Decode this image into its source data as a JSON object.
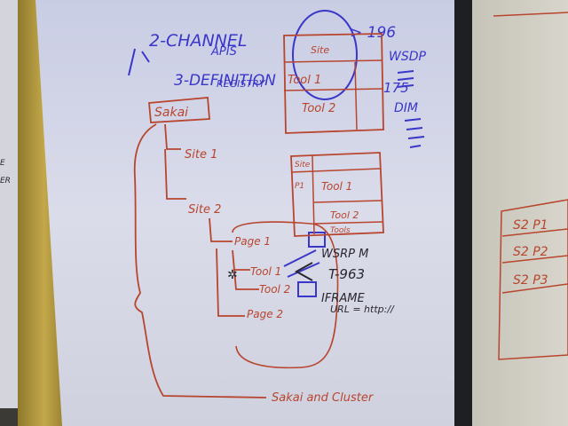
{
  "colors": {
    "paper": "#d9dcea",
    "red_marker": "#b8452e",
    "blue_marker": "#3a36c9",
    "black_marker": "#2b2730",
    "wood_frame": "#b59a3e"
  },
  "blue_notes": {
    "channel": "2-CHANNEL",
    "apis": "APIS",
    "definition": "3-DEFINITION",
    "registry": "REGISTRY",
    "num_top": "> 196",
    "num_mid": "175",
    "wsdp": "WSDP",
    "dim": "DIM"
  },
  "red_tree": {
    "root": "Sakai",
    "site1": "Site 1",
    "site2": "Site 2",
    "page1": "Page 1",
    "page2": "Page 2",
    "tool1": "Tool 1",
    "tool2": "Tool 2"
  },
  "box_top": {
    "header": "Site",
    "tool1": "Tool 1",
    "tool2": "Tool 2"
  },
  "box_mid": {
    "site": "Site",
    "page": "P1",
    "tool1": "Tool 1",
    "tool2": "Tool 2",
    "tool_bottom": "Tools"
  },
  "black_notes": {
    "wsrp": "WSRP M",
    "t": "T-963",
    "iframe": "IFRAME",
    "url": "URL = http://"
  },
  "footer_note": "Sakai and Cluster",
  "right_sheet": [
    "S2 P1",
    "S2 P2",
    "S2 P3"
  ],
  "left_sheet": [
    "E",
    "ER"
  ]
}
